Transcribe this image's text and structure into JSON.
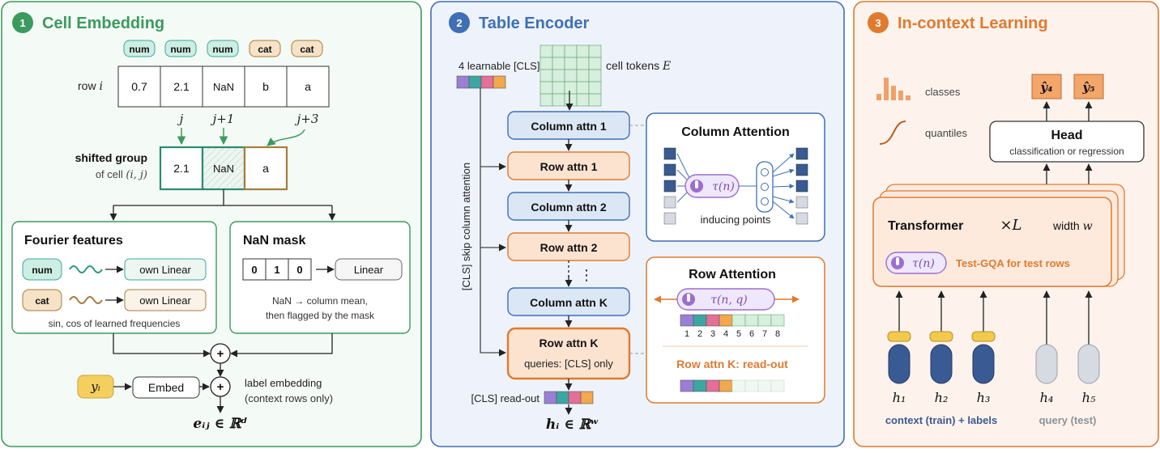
{
  "colors": {
    "green": "#3c9a5f",
    "green_bg": "#f4faf5",
    "green_pill": "#cdeee3",
    "blue": "#3f6fb5",
    "blue_bg": "#eef3fb",
    "blue_box": "#dce7f6",
    "orange": "#e07a2f",
    "orange_bg": "#fdf3ec",
    "orange_box": "#fbe3d0",
    "purple": "#9b6fcf",
    "teal": "#3aa7a0",
    "pink": "#e46f9a",
    "yellow_tok": "#f2c94c",
    "navy": "#3a5a94",
    "gray_tok": "#d6dae1",
    "brown": "#a57c3f"
  },
  "panel1": {
    "num": "1",
    "title": "Cell Embedding",
    "pills": [
      "num",
      "num",
      "num",
      "cat",
      "cat"
    ],
    "row_label": "row i",
    "row_values": [
      "0.7",
      "2.1",
      "NaN",
      "b",
      "a"
    ],
    "j_labels": [
      "j",
      "j+1",
      "j+3"
    ],
    "shifted_title": "shifted group",
    "shifted_sub": "of cell (i, j)",
    "shifted_values": [
      "2.1",
      "NaN",
      "a"
    ],
    "fourier": {
      "title": "Fourier features",
      "rows": [
        {
          "pill": "num",
          "box": "own Linear"
        },
        {
          "pill": "cat",
          "box": "own Linear"
        }
      ],
      "caption": "sin, cos of learned frequencies"
    },
    "nanmask": {
      "title": "NaN mask",
      "bits": [
        "0",
        "1",
        "0"
      ],
      "box": "Linear",
      "caption1": "NaN → column mean,",
      "caption2": "then flagged by the mask"
    },
    "plus": "+",
    "y_label": "yᵢ",
    "embed_label": "Embed",
    "label_emb1": "label embedding",
    "label_emb2": "(context rows only)",
    "output": "eᵢⱼ ∈ ℝᵈ"
  },
  "panel2": {
    "num": "2",
    "title": "Table Encoder",
    "cls_label": "4 learnable [CLS]",
    "cell_tokens": "cell tokens E",
    "blocks": [
      "Column attn 1",
      "Row attn 1",
      "Column attn 2",
      "Row attn 2",
      "Column attn K"
    ],
    "last_title": "Row attn K",
    "last_sub": "queries: [CLS] only",
    "skip_label": "[CLS] skip column attention",
    "dots": "⋮",
    "readout_label": "[CLS] read-out",
    "output": "hᵢ ∈ ℝʷ",
    "col_attn": {
      "title": "Column Attention",
      "tau": "τ(n)",
      "caption": "inducing points"
    },
    "row_attn": {
      "title": "Row Attention",
      "tau": "τ(n, q)",
      "indices": [
        "1",
        "2",
        "3",
        "4",
        "5",
        "6",
        "7",
        "8"
      ],
      "readout": "Row attn K: read-out"
    }
  },
  "panel3": {
    "num": "3",
    "title": "In-context Learning",
    "classes": "classes",
    "quantiles": "quantiles",
    "yhat": [
      "ŷ₄",
      "ŷ₅"
    ],
    "head_title": "Head",
    "head_sub": "classification or regression",
    "transformer": "Transformer",
    "times_l": "×L",
    "width_label": "width",
    "width_var": "w",
    "tau": "τ(n)",
    "gqa": "Test-GQA for test rows",
    "h_labels": [
      "h₁",
      "h₂",
      "h₃",
      "h₄",
      "h₅"
    ],
    "context_label": "context (train) + labels",
    "query_label": "query (test)"
  }
}
